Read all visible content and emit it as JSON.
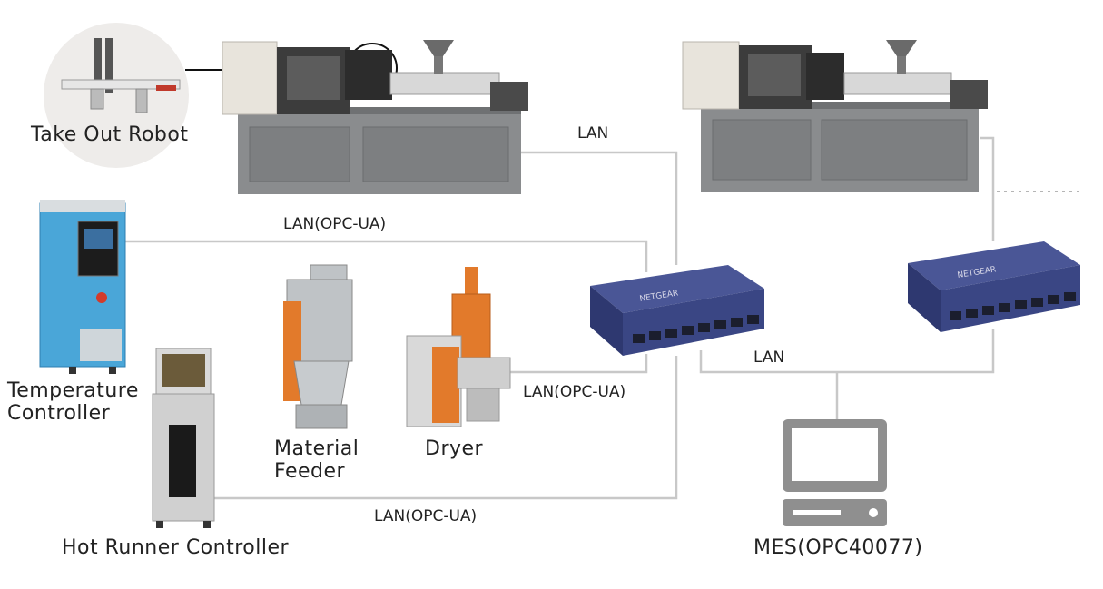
{
  "labels": {
    "take_out_robot": "Take Out Robot",
    "temperature_controller": "Temperature\nController",
    "hot_runner_controller": "Hot Runner Controller",
    "material_feeder": "Material\nFeeder",
    "dryer": "Dryer",
    "mes": "MES(OPC40077)"
  },
  "links": {
    "lan_top": "LAN",
    "lan_opcua_temp": "LAN(OPC-UA)",
    "lan_opcua_dryer": "LAN(OPC-UA)",
    "lan_opcua_hotrunner": "LAN(OPC-UA)",
    "lan_mes": "LAN"
  },
  "colors": {
    "machine_body": "#8a8c8e",
    "machine_panel": "#e8e4dc",
    "switch_blue": "#3a4684",
    "temp_ctrl_blue": "#4aa6d8",
    "accent_orange": "#e27a2b",
    "cable": "#c8c8c8",
    "text": "#222222"
  },
  "switch_brand": "NETGEAR"
}
